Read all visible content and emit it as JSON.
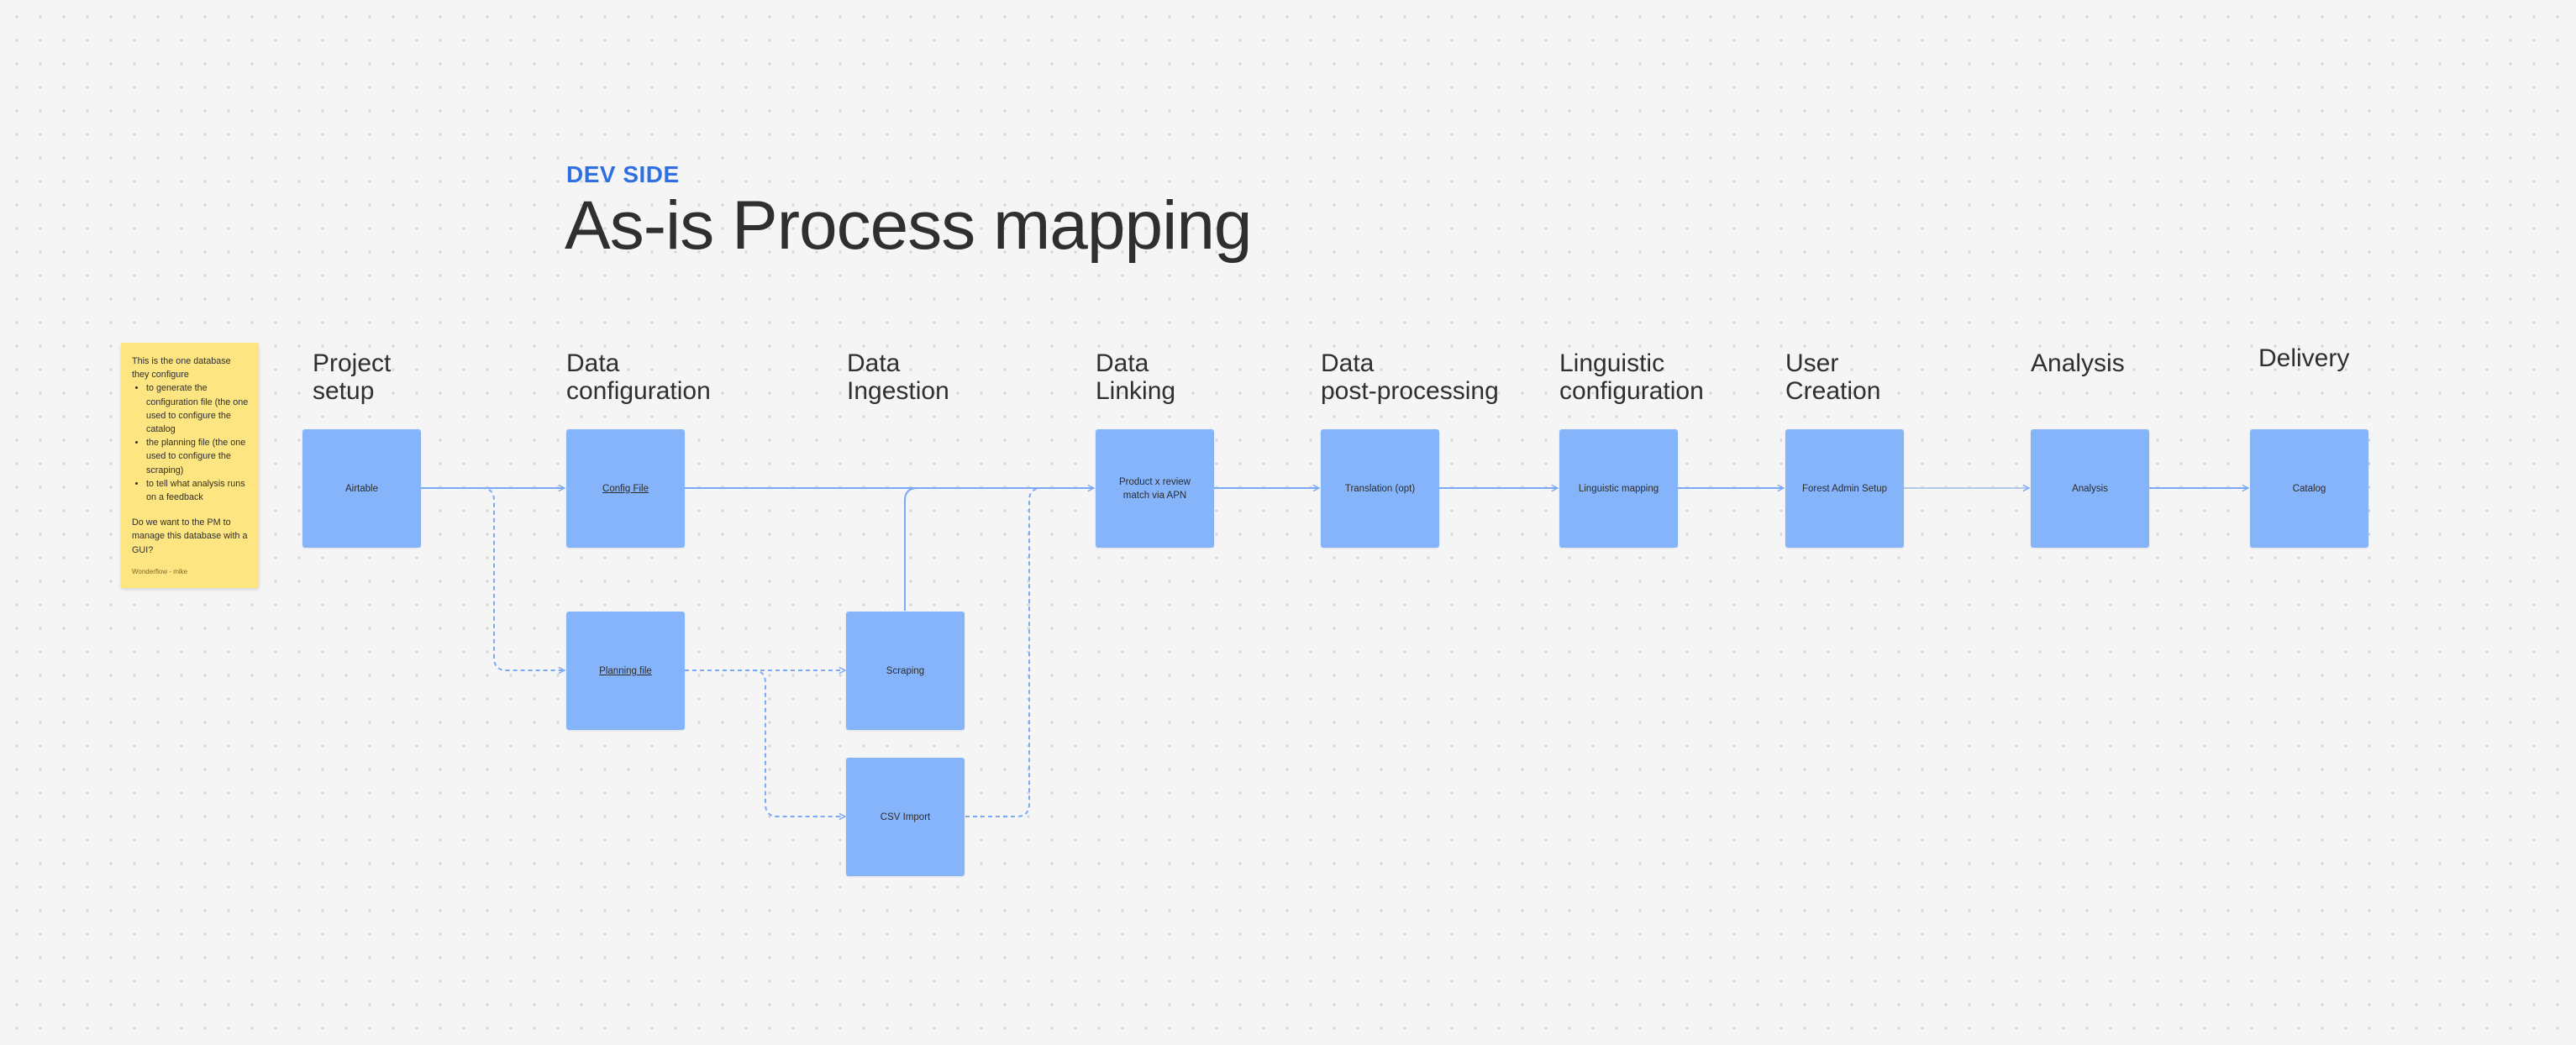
{
  "eyebrow": "DEV SIDE",
  "title": "As-is Process mapping",
  "sticky": {
    "intro": "This is the one database they configure",
    "bullets": [
      "to generate the configuration file (the one used to configure the catalog",
      "the planning file (the one used to configure the scraping)",
      "to tell what analysis runs on a feedback"
    ],
    "question": "Do we want to the PM to manage this database with a GUI?",
    "author": "Wonderflow - mike"
  },
  "headers": [
    "Project\nsetup",
    "Data\nconfiguration",
    "Data\nIngestion",
    "Data\nLinking",
    "Data\npost-processing",
    "Linguistic\nconfiguration",
    "User\nCreation",
    "Analysis",
    "Delivery"
  ],
  "boxes": {
    "airtable": "Airtable",
    "config_file": "Config File",
    "planning_file": "Planning file",
    "scraping": "Scraping",
    "csv_import": "CSV Import",
    "product_review": "Product x review match via APN",
    "translation": "Translation (opt)",
    "linguistic_mapping": "Linguistic mapping",
    "forest_admin": "Forest Admin Setup",
    "analysis": "Analysis",
    "catalog": "Catalog"
  },
  "colors": {
    "accent": "#2f6fe4",
    "box": "#86b4fb",
    "connector": "#7aa9f7",
    "sticky": "#fde582"
  }
}
